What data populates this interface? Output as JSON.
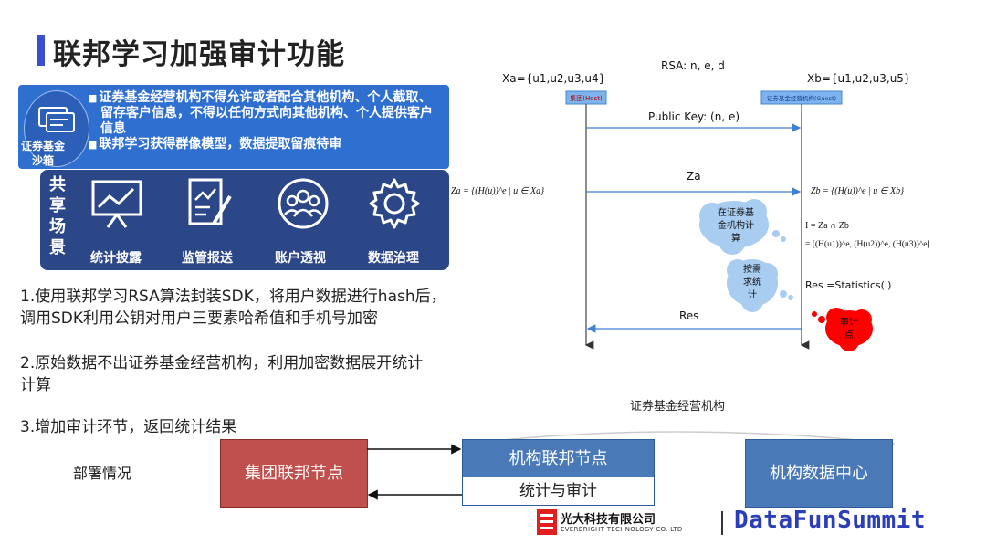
{
  "page": {
    "title": "联邦学习加强审计功能"
  },
  "sandbox": {
    "label_line1": "证券基金",
    "label_line2": "沙箱"
  },
  "rules": [
    "证券基金经营机构不得允许或者配合其他机构、个人截取、留存客户信息，不得以任何方式向其他机构、个人提供客户信息",
    "联邦学习获得群像模型，数据提取留痕待审"
  ],
  "scenes": {
    "vertical_chars": [
      "共",
      "享",
      "场",
      "景"
    ],
    "items": [
      {
        "label": "统计披露",
        "icon": "chart-board-icon"
      },
      {
        "label": "监管报送",
        "icon": "report-edit-icon"
      },
      {
        "label": "账户透视",
        "icon": "users-group-icon"
      },
      {
        "label": "数据治理",
        "icon": "gear-icon"
      }
    ]
  },
  "steps": [
    {
      "line1": "1.使用联邦学习RSA算法封装SDK，将用户数据进行hash后，",
      "line2": "调用SDK利用公钥对用户三要素哈希值和手机号加密"
    },
    {
      "line1": "2.原始数据不出证券基金经营机构，利用加密数据展开统计",
      "line2": "计算"
    },
    {
      "line1": "3.增加审计环节，返回统计结果",
      "line2": ""
    }
  ],
  "protocol": {
    "xa_label": "Xa={u1,u2,u3,u4}",
    "rsa_label": "RSA: n, e, d",
    "xb_label": "Xb={u1,u2,u3,u5}",
    "host_label": "集团(Host)",
    "guest_label": "证券基金经营机构(Guest)",
    "public_key_label": "Public Key: (n, e)",
    "za_label": "Za",
    "za_formula": "Za = {(H(u))^e | u ∈ Xa}",
    "zb_formula": "Zb = {(H(u))^e | u ∈ Xb}",
    "cloud1_line1": "在证券基",
    "cloud1_line2": "金机构计",
    "cloud1_line3": "算",
    "intersection_line1": "I = Za ∩ Zb",
    "intersection_line2": "= [(H(u1))^e, (H(u2))^e, (H(u3))^e]",
    "cloud2_line1": "按需",
    "cloud2_line2": "求统",
    "cloud2_line3": "计",
    "res_formula": "Res =Statistics(I)",
    "res_label": "Res",
    "audit_line1": "审计",
    "audit_line2": "点"
  },
  "deployment": {
    "label": "部署情况",
    "caption": "证券基金经营机构",
    "group_node": "集团联邦节点",
    "inst_node": "机构联邦节点",
    "audit_node": "统计与审计",
    "data_center": "机构数据中心"
  },
  "footer": {
    "company_cn": "光大科技有限公司",
    "company_en": "EVERBRIGHT TECHNOLOGY CO. LTD",
    "summit": "DataFunSummit"
  },
  "colors": {
    "title_bar": "#3a4fd0",
    "rules_panel": "#2f6fd0",
    "scenes_panel": "#2c4788",
    "group_node": "#c0504d",
    "inst_node": "#4a79b8",
    "audit_cloud": "#ff0000",
    "summit_text": "#2b3eb8"
  }
}
